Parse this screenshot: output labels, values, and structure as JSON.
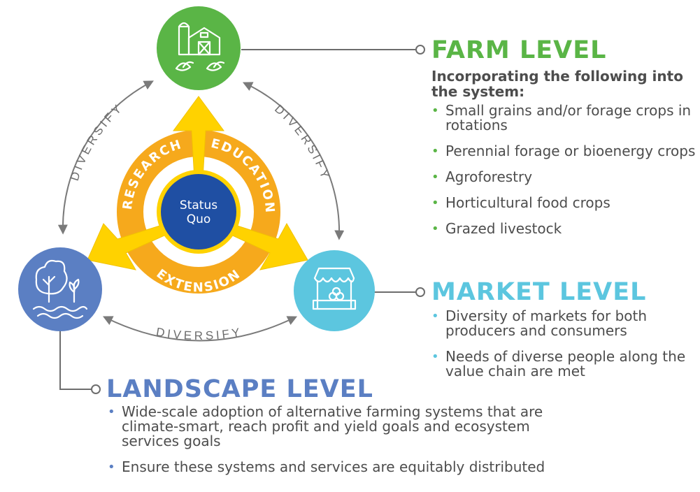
{
  "center": {
    "line1": "Status",
    "line2": "Quo"
  },
  "ring": {
    "research": "RESEARCH",
    "education": "EDUCATION",
    "extension": "EXTENSION"
  },
  "diversify": {
    "left": "DIVERSIFY",
    "right": "DIVERSIFY",
    "bottom": "DIVERSIFY"
  },
  "icons": {
    "farm": "barn-silo-icon",
    "market": "market-stall-icon",
    "landscape": "tree-water-icon"
  },
  "colors": {
    "farm": "#5ab546",
    "market": "#5cc6df",
    "landscape": "#5b7fc3",
    "center": "#1f4fa3",
    "ring": "#f6a91c",
    "arrow": "#ffd200"
  },
  "farm": {
    "title": "FARM LEVEL",
    "subtitle": "Incorporating the following into the system:",
    "items": [
      "Small grains and/or forage crops in rotations",
      "Perennial forage or bioenergy crops",
      "Agroforestry",
      "Horticultural food crops",
      "Grazed livestock"
    ]
  },
  "market": {
    "title": "MARKET LEVEL",
    "items": [
      "Diversity of markets for both producers and consumers",
      "Needs of diverse people along the value chain are met"
    ]
  },
  "landscape": {
    "title": "LANDSCAPE LEVEL",
    "items": [
      "Wide-scale adoption of alternative farming systems that are climate-smart, reach profit and yield goals and ecosystem services goals",
      "Ensure these systems and services are equitably distributed"
    ]
  }
}
